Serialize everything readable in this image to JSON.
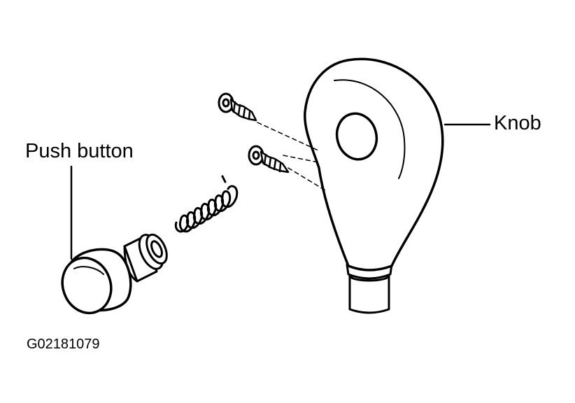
{
  "labels": {
    "push_button": "Push button",
    "knob": "Knob",
    "figure_code": "G02181079"
  },
  "colors": {
    "ink": "#000000",
    "paper": "#ffffff"
  }
}
